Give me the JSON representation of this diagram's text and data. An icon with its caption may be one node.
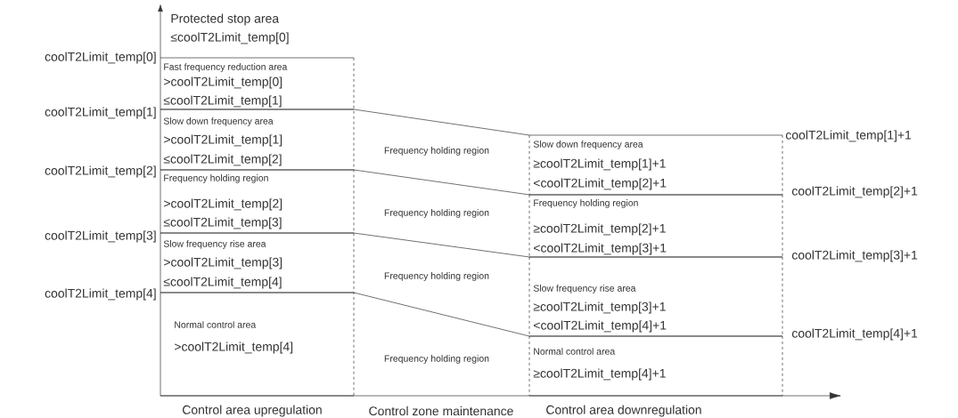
{
  "diagram": {
    "nodes": [
      {
        "text": [
          "Fast frequency reduction area",
          ">coolT2Limit_temp[0]",
          "≤coolT2Limit_temp[1]"
        ]
      },
      {
        "text": [
          "Slow down frequency area",
          ">coolT2Limit_temp[1]",
          "≤coolT2Limit_temp[2]"
        ]
      },
      {
        "text": [
          "Frequency holding region",
          ">coolT2Limit_temp[2]",
          "≤coolT2Limit_temp[3]"
        ]
      },
      {
        "text": [
          "Slow frequency rise area",
          ">coolT2Limit_temp[3]",
          "≤coolT2Limit_temp[4]"
        ]
      },
      {
        "text": [
          "Normal control area",
          ">coolT2Limit_temp[4]"
        ]
      },
      {
        "text": [
          "Slow down frequency area",
          "≥coolT2Limit_temp[1]+1",
          "<coolT2Limit_temp[2]+1"
        ]
      },
      {
        "text": [
          "Frequency holding region",
          "≥coolT2Limit_temp[2]+1",
          "<coolT2Limit_temp[3]+1"
        ]
      },
      {
        "text": [
          "Slow frequency rise area",
          "≥coolT2Limit_temp[3]+1",
          "<coolT2Limit_temp[4]+1"
        ]
      },
      {
        "text": [
          "Normal control area",
          "≥coolT2Limit_temp[4]+1"
        ]
      }
    ],
    "labels": [
      "Protected stop area",
      "≤coolT2Limit_temp[0]",
      "coolT2Limit_temp[0]",
      "coolT2Limit_temp[1]",
      "coolT2Limit_temp[1]+1",
      "Frequency holding region",
      "coolT2Limit_temp[2]",
      "coolT2Limit_temp[2]+1",
      "Frequency holding region",
      "coolT2Limit_temp[3]",
      "coolT2Limit_temp[3]+1",
      "Frequency holding region",
      "coolT2Limit_temp[4]",
      "coolT2Limit_temp[4]+1",
      "Frequency holding region",
      "Control area upregulation",
      "Control zone maintenance",
      "Control area downregulation"
    ]
  }
}
